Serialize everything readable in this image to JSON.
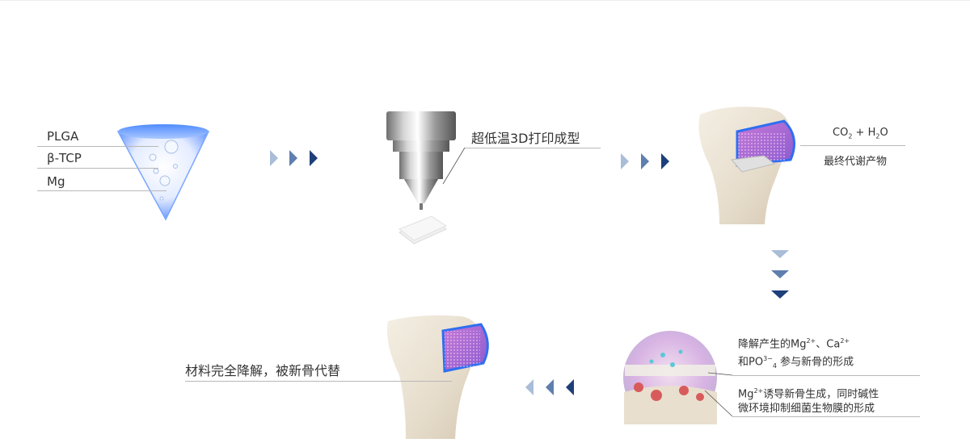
{
  "materials": {
    "item1": "PLGA",
    "item2": "β-TCP",
    "item3": "Mg"
  },
  "printing": {
    "label": "超低温3D打印成型"
  },
  "metabolites": {
    "formula_parts": {
      "co": "CO",
      "co_sub": "2",
      "plus": " + H",
      "h_sub": "2",
      "o": "O"
    },
    "label": "最终代谢产物"
  },
  "degradation": {
    "line1_prefix": "降解产生的Mg",
    "line1_sup1": "2+",
    "line1_mid": "、Ca",
    "line1_sup2": "2+",
    "line2_prefix": "和PO",
    "line2_sup": "3−",
    "line2_sub": "4",
    "line2_suffix": "参与新骨的形成"
  },
  "induction": {
    "line1_prefix": "Mg",
    "line1_sup": "2+",
    "line1_suffix": "诱导新骨生成，同时碱性",
    "line2": "微环境抑制细菌生物膜的形成"
  },
  "final": {
    "label": "材料完全降解，被新骨代替"
  },
  "colors": {
    "arrow_light": "#a9bdd8",
    "arrow_mid": "#5f7fae",
    "arrow_dark": "#1d3f7a",
    "accent_blue": "#3a6fe0"
  }
}
